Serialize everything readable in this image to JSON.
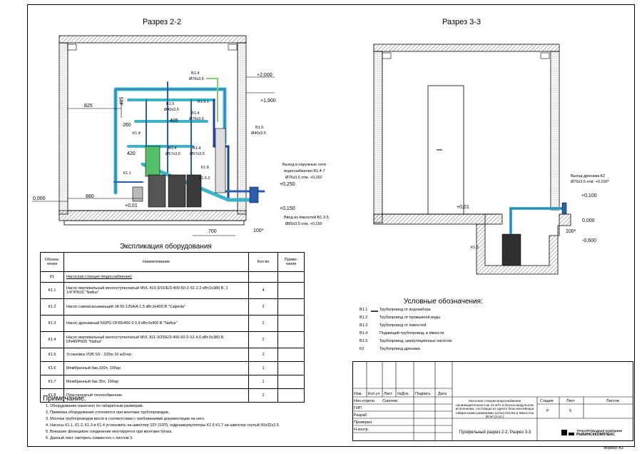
{
  "sections": {
    "s22_title": "Разрез 2-2",
    "s33_title": "Разрез 3-3"
  },
  "dims_22": {
    "d825": "825",
    "d405a": "405",
    "d260": "260",
    "d405b": "405",
    "d420": "420",
    "d880": "880",
    "d700": "700",
    "d100": "100*",
    "lvl_2000": "+2,000",
    "lvl_1900": "+1,900",
    "lvl_0000": "0,000",
    "lvl_001": "+0,01",
    "lvl_0250": "+0,250",
    "lvl_0150": "+0,150"
  },
  "labels_22": {
    "b14a": "В1.4",
    "b14a_d": "Ø76x3,5",
    "b15a": "В1.5",
    "b15a_d": "Ø40x3,5",
    "b151": "В1.5.1",
    "b14b": "В1.4",
    "b14b_d": "Ø76x3,5",
    "b15b": "В1.5",
    "b15b_d": "Ø40x3,5",
    "k14": "К1.4",
    "b14c": "В1.4",
    "b14c_d": "Ø57x3,5",
    "b14d": "В1.4",
    "b14d_d": "Ø57x3,5",
    "k11": "К1.1",
    "k18": "К1.8",
    "k152": "К1.5.2",
    "outlet_1": "Выход в наружные сети",
    "outlet_2": "водоснабжения В1.4-7",
    "outlet_3": "Ø76x3,5 отм. +0,260",
    "inlet_1": "Ввод из ёмкостей В1.3-5",
    "inlet_2": "Ø89x3,5 отм. +0,150"
  },
  "dims_33": {
    "lvl_001": "+0,01",
    "lvl_0100": "+0,100",
    "lvl_0000": "0,000",
    "lvl_0600": "-0,600",
    "d100": "100*",
    "k13": "К1.3",
    "drain_1": "Выход дренажа К2",
    "drain_2": "Ø76x3,5 отм. +0,100*"
  },
  "spec": {
    "title": "Экспликация оборудования",
    "headers": [
      "Обозна-чение",
      "Наименование",
      "Кол-во",
      "Приме-чание"
    ],
    "rows": [
      {
        "code": "К1",
        "name": "Насосная станция (водоснабжение)",
        "qty": "",
        "note": ""
      },
      {
        "code": "К1.1",
        "name": "Насос вертикальный многоступенчатый MVL 410-3/16/E/3-400-50-2-S1 2,2 кВт,0х380 В, 1 1/4\"/PN16 \"Nafius\"",
        "qty": "4",
        "note": ""
      },
      {
        "code": "К1.2",
        "name": "Насос самовсасывающий JA 50-125A/A 1,5 кВт,0х400 В \"Calpeda\"",
        "qty": "2",
        "note": ""
      },
      {
        "code": "К1.3",
        "name": "Насос дренажный NSPG OF65/400-3 0,9 кВт,0х400 В \"Nafius\"",
        "qty": "2",
        "note": ""
      },
      {
        "code": "К1.4",
        "name": "Насос вертикальный многоступенчатый MVL 811-3/25/E/3-400-50-2-S1 4,0 кВт,0х380 В, DN40/PN25 \"Nafius\"",
        "qty": "2",
        "note": ""
      },
      {
        "code": "К1.5",
        "name": "Установка УОВ SS - 330w 16 м3/час",
        "qty": "2",
        "note": ""
      },
      {
        "code": "К1.6",
        "name": "Мембранный бак,100л, 10бар",
        "qty": "1",
        "note": ""
      },
      {
        "code": "К1.7",
        "name": "Мембранный бак 35л, 10бар",
        "qty": "1",
        "note": ""
      },
      {
        "code": "К1.8",
        "name": "Пластинчатый теплообменник",
        "qty": "2",
        "note": ""
      }
    ]
  },
  "legend": {
    "title": "Условные обозначения:",
    "items": [
      {
        "code": "В1.1",
        "text": "Трубопровод от водозабора"
      },
      {
        "code": "В1.2",
        "text": "Трубопровод от промывной воды"
      },
      {
        "code": "В1.3",
        "text": "Трубопровод от ёмкостей"
      },
      {
        "code": "В1.4",
        "text": "Подающий трубопровод, в ёмкости"
      },
      {
        "code": "В1.5",
        "text": "Трубопровод, циркуляционных насосов"
      },
      {
        "code": "К2",
        "text": "Трубопровод дренажа"
      }
    ]
  },
  "notes": {
    "title": "Примечание:",
    "items": [
      "1.    Оборудование нанесено по габаритным размерам.",
      "2.    Привязка оборудования уточняется при монтаже трубопроводов.",
      "3.    Монтаж трубопроводов вести в соответствии с требованиями документации на него.",
      "4.    Насосы К1.1, К1.2, К1.3 и К1.4 установить на швеллер 10У (10П), гидроаккумуляторы К1.6 К1.7 на швеллер гнутый 60х32х2,5.",
      "5.    Внешние фланцевое соединение монтируется при монтаже блока.",
      "6.    Данный лист смотреть совместно с листом 3."
    ]
  },
  "stamp": {
    "header_cells": [
      "Изм.",
      "Кол.уч",
      "Лист",
      "№Док.",
      "Подпись",
      "Дата"
    ],
    "roles": [
      "Нач.отдела",
      "ГИП",
      "Разраб.",
      "Проверил",
      "Н.контр."
    ],
    "role_names": [
      "Сергеев",
      "",
      "",
      "",
      ""
    ],
    "project": "Насосная станция водоснабжения производительностью 15 м³/ч в блочно-модульном исполнении, состоящая из одного блок-контейнера габаритными размерами 12,0х3,0х3,0м и ёмкостью 30 м³ (2 шт.)",
    "stage_label": "Стадия",
    "sheet_label": "Лист",
    "sheets_label": "Листов",
    "stage": "Р",
    "sheet": "5",
    "sheets": "",
    "drawing_title": "Профильный разрез 2-2, Разрез 3-3",
    "company_1": "ТРУБОПРОВОДНАЯ КОМПАНИЯ",
    "company_2": "РЫБИНСККОМПЛЕКС",
    "format": "Формат А3"
  }
}
